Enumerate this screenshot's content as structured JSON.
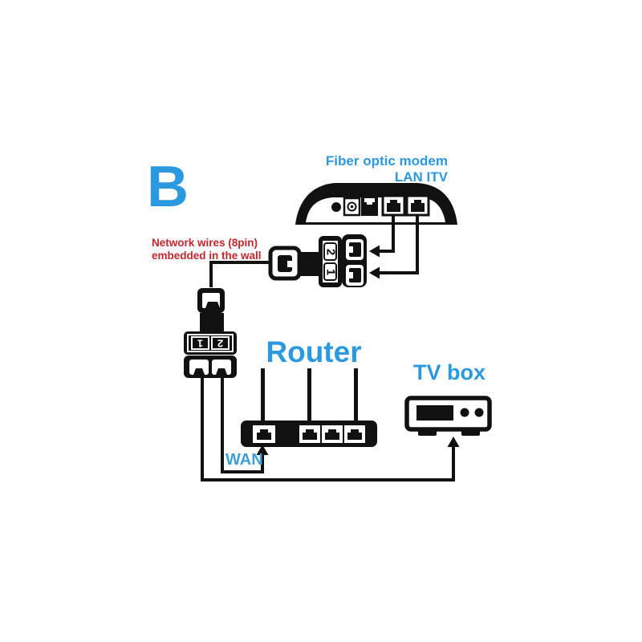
{
  "colors": {
    "accent_blue": "#2B99E0",
    "wan_blue": "#3E9FD4",
    "note_red": "#C2272D",
    "line_black": "#111111"
  },
  "labels": {
    "variant": "B",
    "modem_title_line1": "Fiber optic modem",
    "modem_title_line2": "LAN ITV",
    "wall_note_line1": "Network wires (8pin)",
    "wall_note_line2": "embedded in the wall",
    "router": "Router",
    "wan": "WAN",
    "tv_box": "TV box"
  },
  "splitters": {
    "top": {
      "port_labels": [
        "2",
        "1"
      ]
    },
    "bottom": {
      "port_labels": [
        "1",
        "2"
      ]
    }
  }
}
